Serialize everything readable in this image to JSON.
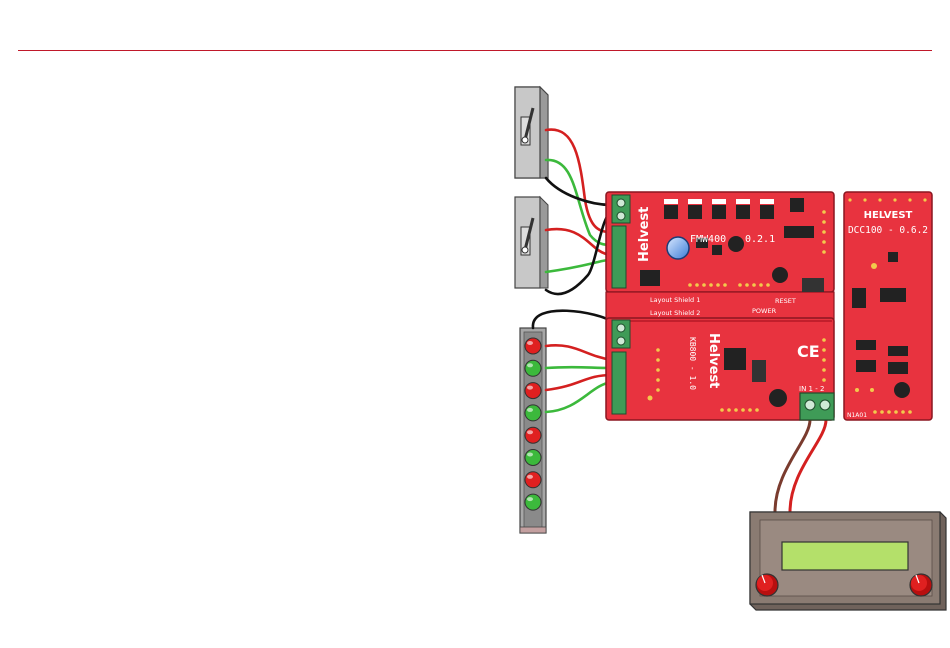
{
  "colors": {
    "accent_rule": "#c0182a",
    "pcb_red": "#e8333f",
    "pcb_dark": "#c21f2c",
    "wire_red": "#d42020",
    "wire_green": "#3cb93c",
    "wire_black": "#111111",
    "wire_brown": "#7a3b2e",
    "terminal_green": "#3f9b57",
    "lcd_green": "#b4e06a",
    "controller_body": "#8a7b72"
  },
  "boards": {
    "fmw400": {
      "brand": "Helvest",
      "model": "FMW400",
      "version": "0.2.1"
    },
    "dcc100": {
      "brand": "HELVEST",
      "model_line": "DCC100 - 0.6.2",
      "footer": "N1A01"
    },
    "kb800": {
      "brand": "Helvest",
      "model_line": "KB800 - 1.0",
      "ce_mark": "CE"
    },
    "layout_shield": {
      "label_1": "Layout Shield 1",
      "label_2": "Layout Shield 2",
      "reset": "RESET",
      "power": "POWER"
    },
    "terminal": {
      "in_label": "IN 1 - 2"
    }
  },
  "icons": {
    "turnout_switch": "toggle-lever-icon",
    "led_red": "led-red-icon",
    "led_green": "led-green-icon",
    "knob": "knob-icon"
  }
}
